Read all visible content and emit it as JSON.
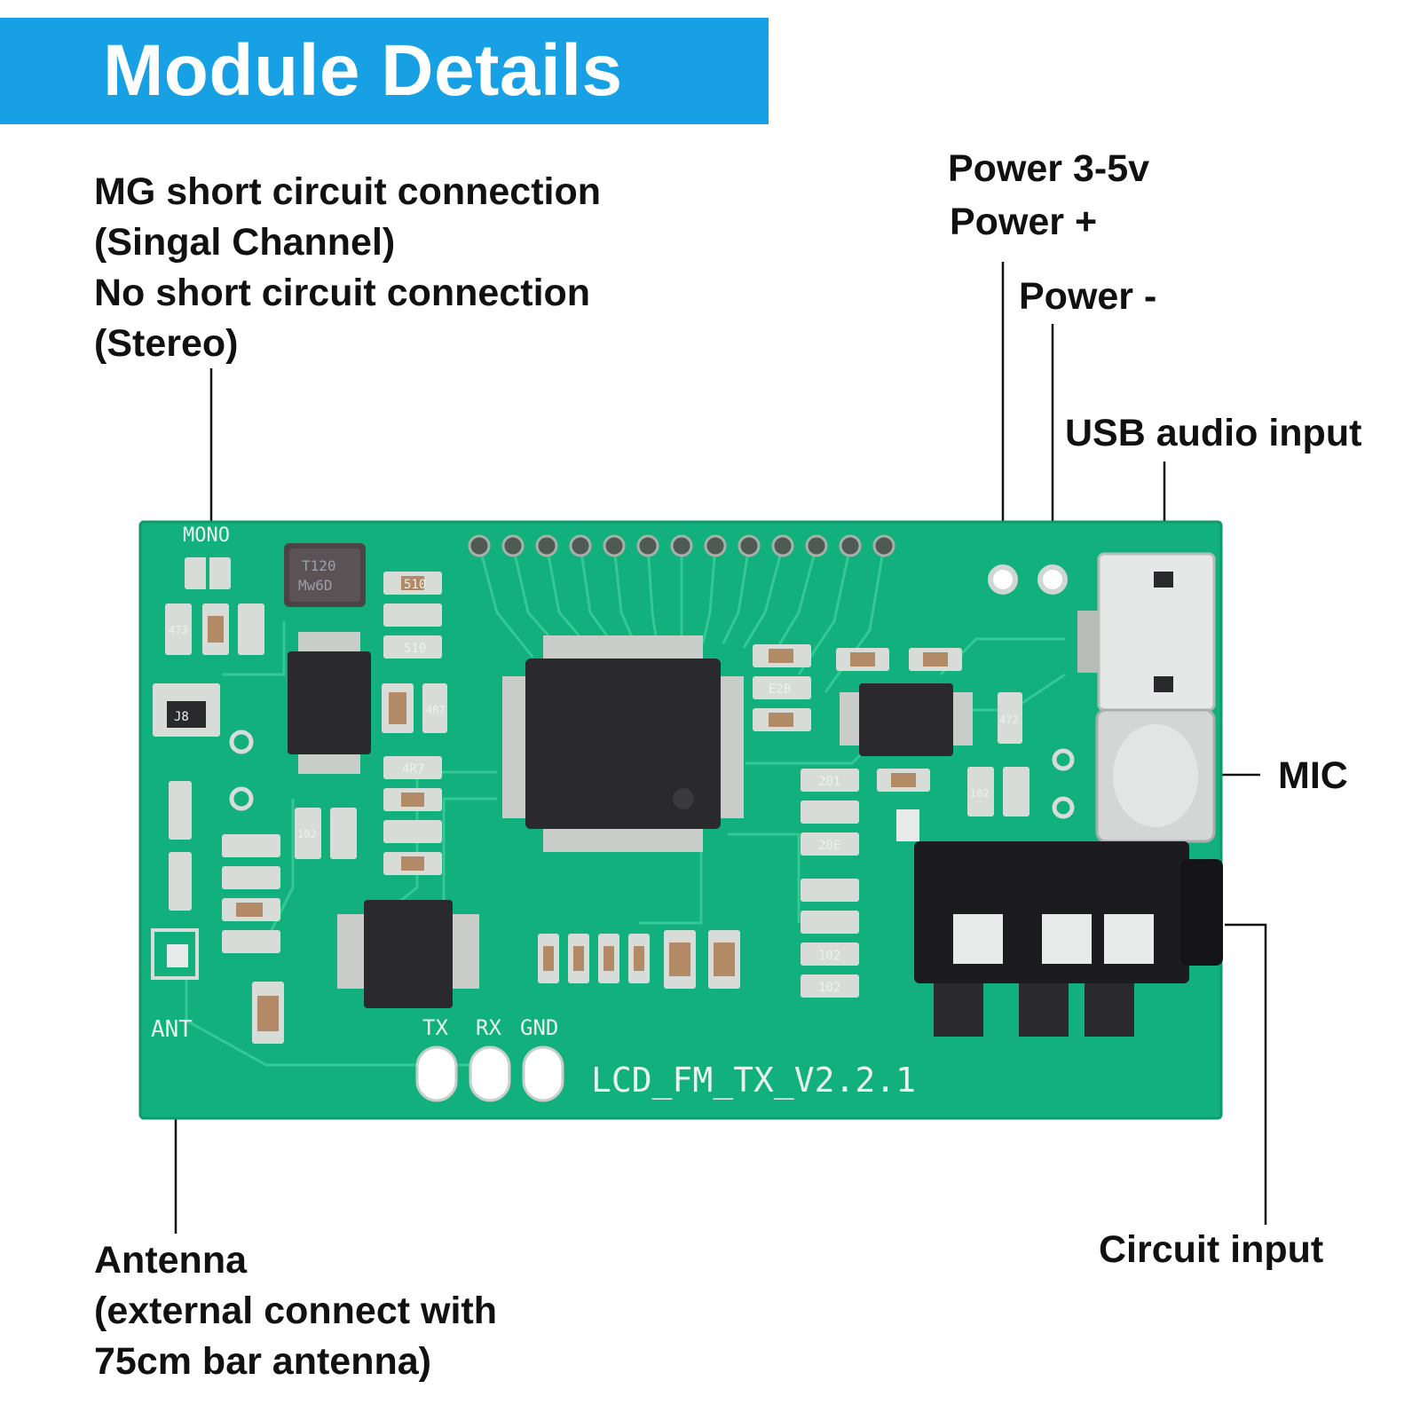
{
  "header": {
    "title": "Module Details"
  },
  "colors": {
    "banner": "#17a1e4",
    "pcb": "#12b07d",
    "pcb_edge": "#0f9a6c",
    "trace": "#3fd19c",
    "chip": "#2a2a2c",
    "pad": "#d8dcd9",
    "leader_line": "#111111"
  },
  "callouts": {
    "mono_select": {
      "line1": "MG short circuit connection",
      "line2": "(Singal Channel)",
      "line3": "No short circuit connection",
      "line4": "(Stereo)"
    },
    "power_range": "Power 3-5v",
    "power_plus": "Power +",
    "power_minus": "Power -",
    "usb_audio": "USB audio input",
    "mic": "MIC",
    "antenna": {
      "line1": "Antenna",
      "line2": "(external connect with",
      "line3": "75cm bar antenna)"
    },
    "circuit_input": "Circuit input"
  },
  "board": {
    "silkscreen": {
      "mono": "MONO",
      "ant": "ANT",
      "tx": "TX",
      "rx": "RX",
      "gnd": "GND",
      "version": "LCD_FM_TX_V2.2.1"
    },
    "inductor_marking": {
      "line1": "T120",
      "line2": "Mw6D"
    },
    "resistor_codes": [
      "510",
      "510",
      "4R7",
      "4R7",
      "E2B",
      "472",
      "102",
      "102",
      "201",
      "20E",
      "102",
      "102",
      "473",
      "J8"
    ]
  }
}
